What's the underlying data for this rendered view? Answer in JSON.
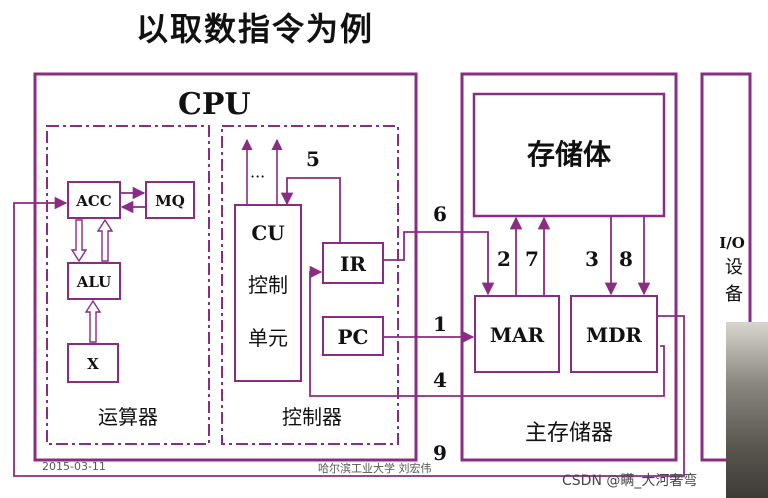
{
  "title": "以取数指令为例",
  "cpu": {
    "label": "CPU",
    "alu_section": "运算器",
    "control_section": "控制器",
    "acc": "ACC",
    "mq": "MQ",
    "alu": "ALU",
    "x": "X",
    "cu_line1": "CU",
    "cu_line2": "控制",
    "cu_line3": "单元",
    "ir": "IR",
    "pc": "PC",
    "dots": "···"
  },
  "memory": {
    "section": "主存储器",
    "storage": "存储体",
    "mar": "MAR",
    "mdr": "MDR"
  },
  "io": {
    "line1": "I/O",
    "line2": "设",
    "line3": "备"
  },
  "steps": [
    "1",
    "2",
    "3",
    "4",
    "5",
    "6",
    "7",
    "8",
    "9"
  ],
  "footer": {
    "date": "2015-03-11",
    "author": "哈尔滨工业大学  刘宏伟",
    "watermark": "CSDN @瞒_大河奢弯"
  },
  "colors": {
    "frame": "#8a2c82",
    "line": "#8a2c82"
  }
}
